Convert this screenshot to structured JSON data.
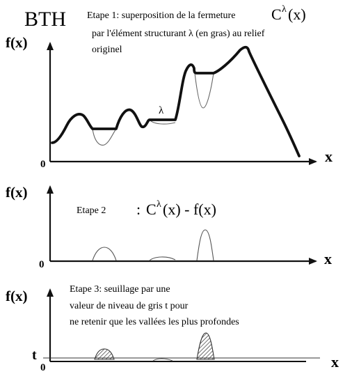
{
  "header": {
    "logo": "BTH",
    "step1_line1": "Etape 1: superposition de la fermeture",
    "step1_symbol": "C",
    "step1_sup": "λ",
    "step1_arg": "(x)",
    "step1_line2": "par l'élément structurant λ (en gras) au relief",
    "step1_line3": "originel"
  },
  "panel1": {
    "ylabel": "f(x)",
    "xlabel": "x",
    "origin": "0",
    "lambda_label": "λ"
  },
  "panel2": {
    "ylabel": "f(x)",
    "xlabel": "x",
    "origin": "0",
    "step_label": "Etape 2",
    "formula_colon": ":",
    "formula_c": "C",
    "formula_sup": "λ",
    "formula_rest": "(x) - f(x)"
  },
  "panel3": {
    "ylabel": "f(x)",
    "xlabel": "x",
    "origin": "0",
    "threshold_label": "t",
    "step3_line1": "Etape 3: seuillage par une",
    "step3_line2": "valeur de niveau de gris t pour",
    "step3_line3": "ne retenir que les vallées les plus profondes"
  },
  "colors": {
    "ink": "#111111",
    "thin": "#555555",
    "hatch": "#333333"
  }
}
